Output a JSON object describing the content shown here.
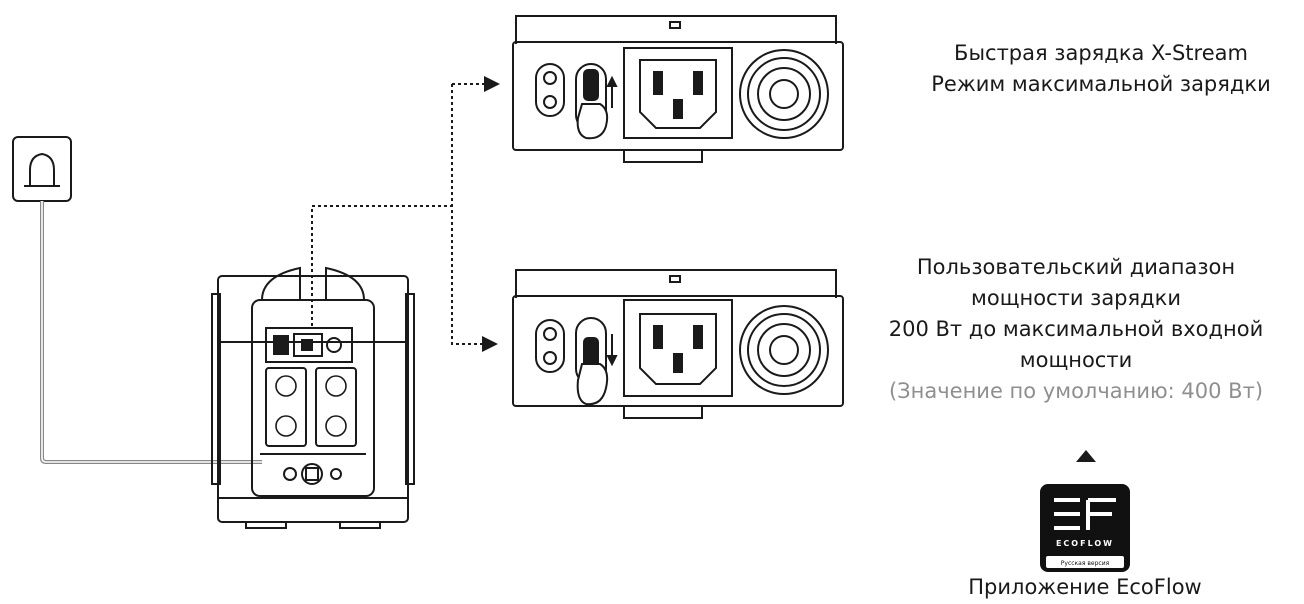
{
  "modes": {
    "fast": {
      "line1": "Быстрая зарядка X-Stream",
      "line2": "Режим максимальной зарядки"
    },
    "custom": {
      "line1": "Пользовательский диапазон",
      "line2": "мощности зарядки",
      "line3": "200 Вт до максимальной входной",
      "line4": "мощности",
      "default_note": "(Значение по умолчанию: 400 Вт)"
    }
  },
  "app": {
    "caption": "Приложение EcoFlow",
    "logo_brand": "ECOFLOW",
    "logo_subtitle": "Русская версия",
    "icon_name": "ecoflow-app-icon"
  },
  "colors": {
    "line": "#1a1a1a",
    "muted_text": "#8f8f8f",
    "app_icon_bg": "#111111"
  }
}
